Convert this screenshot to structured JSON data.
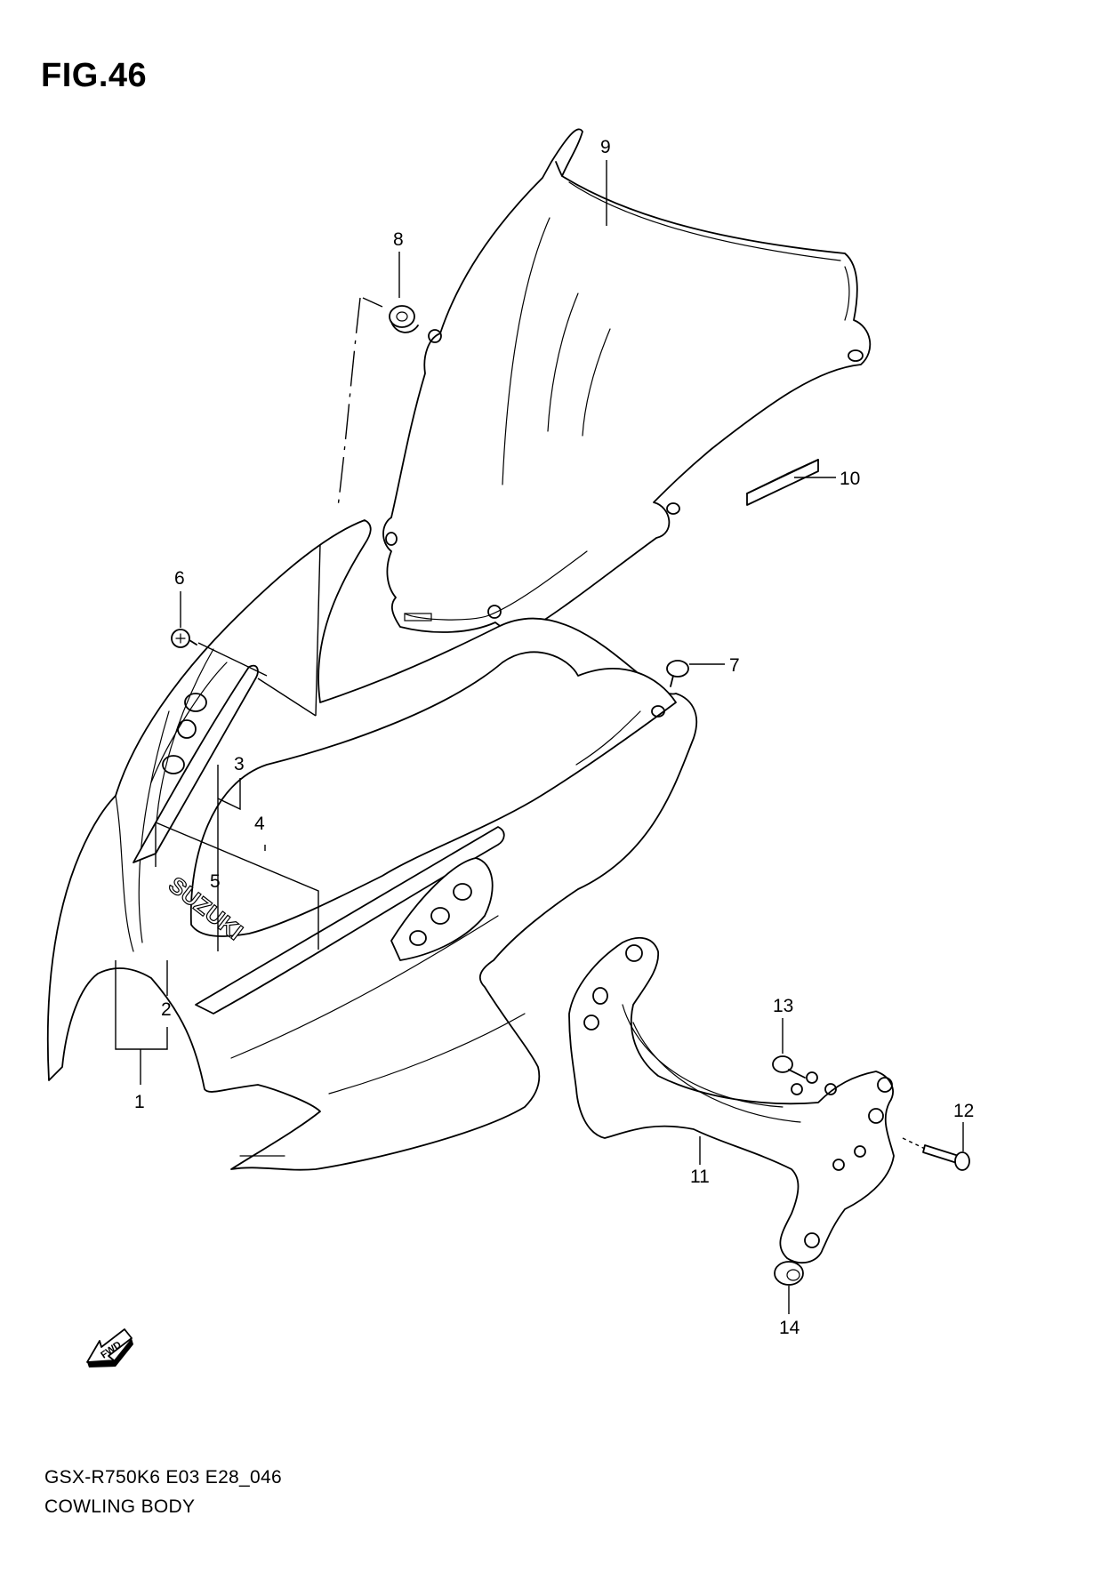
{
  "figure": {
    "title": "FIG.46"
  },
  "callouts": [
    {
      "id": "c1",
      "label": "1"
    },
    {
      "id": "c2",
      "label": "2"
    },
    {
      "id": "c3",
      "label": "3"
    },
    {
      "id": "c4",
      "label": "4"
    },
    {
      "id": "c5",
      "label": "5"
    },
    {
      "id": "c6",
      "label": "6"
    },
    {
      "id": "c7",
      "label": "7"
    },
    {
      "id": "c8",
      "label": "8"
    },
    {
      "id": "c9",
      "label": "9"
    },
    {
      "id": "c10",
      "label": "10"
    },
    {
      "id": "c11",
      "label": "11"
    },
    {
      "id": "c12",
      "label": "12"
    },
    {
      "id": "c13",
      "label": "13"
    },
    {
      "id": "c14",
      "label": "14"
    }
  ],
  "decal_text": "SUZUKI",
  "fwd_text": "FWD",
  "footer": {
    "code": "GSX-R750K6 E03 E28_046",
    "name": "COWLING BODY"
  }
}
